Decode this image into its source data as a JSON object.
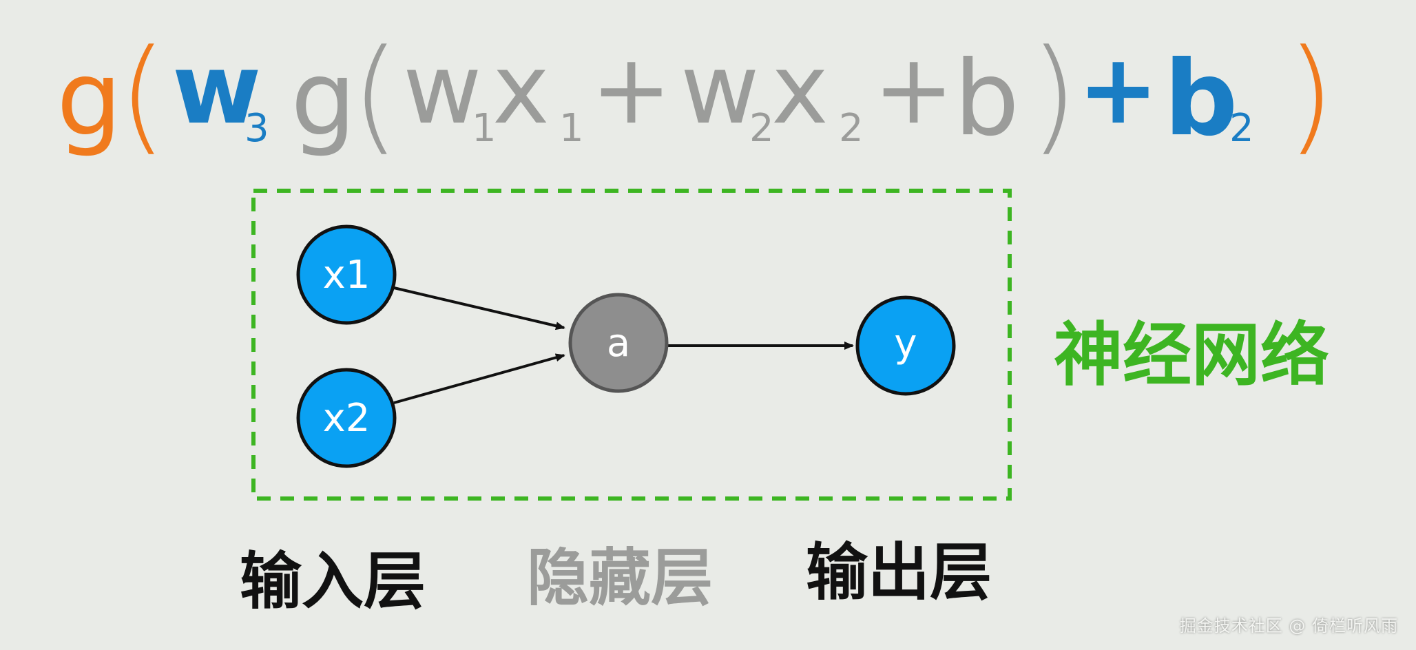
{
  "formula": {
    "outer_g": "g",
    "outer_open_paren": "(",
    "w3": "w",
    "w3_sub": "3",
    "inner_g": "g",
    "inner_open_paren": "(",
    "w1": "w",
    "w1_sub": "1",
    "x1": "x",
    "x1_sub": "1",
    "plus1": "+",
    "w2": "w",
    "w2_sub": "2",
    "x2": "x",
    "x2_sub": "2",
    "plus2": "+",
    "b": "b",
    "inner_close_paren": ")",
    "plus3": "+",
    "b2": "b",
    "b2_sub": "2",
    "outer_close_paren": ")"
  },
  "network": {
    "nodes": {
      "x1": "x1",
      "x2": "x2",
      "a": "a",
      "y": "y"
    },
    "label": "神经网络"
  },
  "layers": {
    "input": "输入层",
    "hidden": "隐藏层",
    "output": "输出层"
  },
  "watermark": "掘金技术社区 @ 倚栏听风雨",
  "colors": {
    "background": "#e9ebe7",
    "orange": "#f07a1d",
    "blue": "#1a7dc4",
    "gray_text": "#9b9c9a",
    "node_blue": "#0aa1f3",
    "node_gray": "#8e8e8e",
    "green": "#3db522",
    "black": "#111111"
  }
}
